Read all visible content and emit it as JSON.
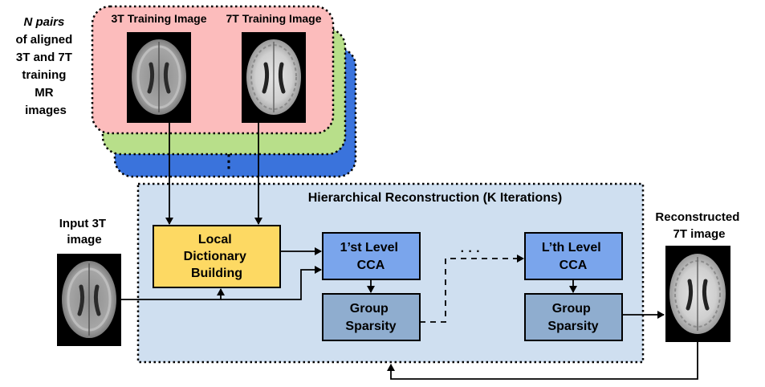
{
  "training": {
    "side_label": [
      "N pairs",
      "of aligned",
      "3T and 7T",
      "training",
      "MR",
      "images"
    ],
    "image_3t_label": "3T Training Image",
    "image_7t_label": "7T Training Image",
    "ellipsis": "⋮",
    "stack_colors": {
      "front": "#fcbcbc",
      "middle": "#b8df8a",
      "back": "#3a73dc"
    }
  },
  "input": {
    "label": [
      "Input 3T",
      "image"
    ]
  },
  "output": {
    "label": [
      "Reconstructed",
      "7T image"
    ]
  },
  "reconstruction": {
    "title": "Hierarchical Reconstruction (K Iterations)",
    "panel_color": "#cfdff0",
    "dictionary": {
      "lines": [
        "Local",
        "Dictionary",
        "Building"
      ],
      "color": "#fdd963"
    },
    "level1_cca": {
      "lines": [
        "1’st Level",
        "CCA"
      ],
      "color": "#7aa5ec"
    },
    "level1_sparsity": {
      "lines": [
        "Group",
        "Sparsity"
      ],
      "color": "#8fadcf"
    },
    "levelL_cca": {
      "lines": [
        "L’th Level",
        "CCA"
      ],
      "color": "#7aa5ec"
    },
    "levelL_sparsity": {
      "lines": [
        "Group",
        "Sparsity"
      ],
      "color": "#8fadcf"
    },
    "ellipsis": "· · ·"
  }
}
